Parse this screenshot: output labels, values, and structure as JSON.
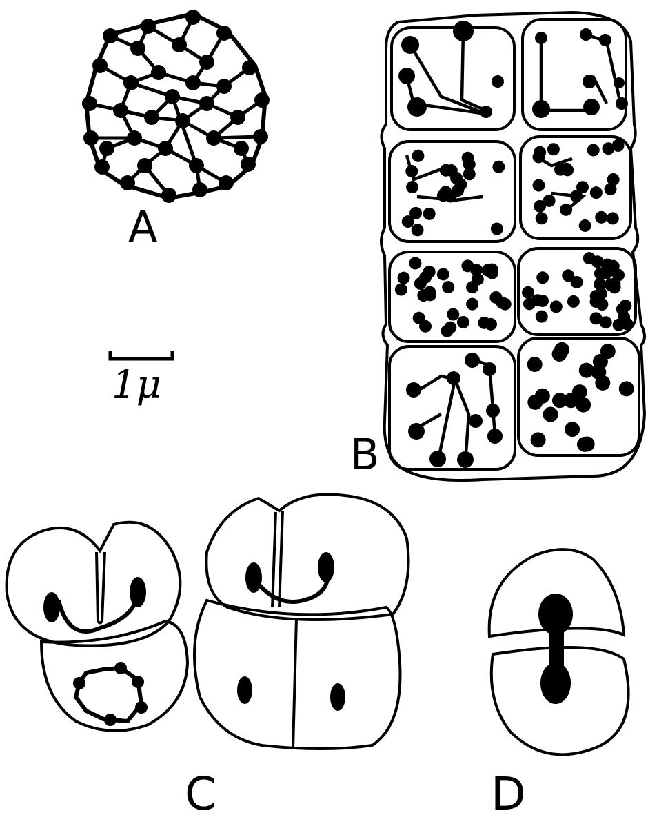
{
  "figure": {
    "panels": [
      {
        "id": "A",
        "label": "A"
      },
      {
        "id": "B",
        "label": "B"
      },
      {
        "id": "C",
        "label": "C"
      },
      {
        "id": "D",
        "label": "D"
      }
    ],
    "scale_bar": {
      "label": "1μ"
    },
    "colors": {
      "ink": "#000000",
      "background": "#ffffff"
    }
  }
}
